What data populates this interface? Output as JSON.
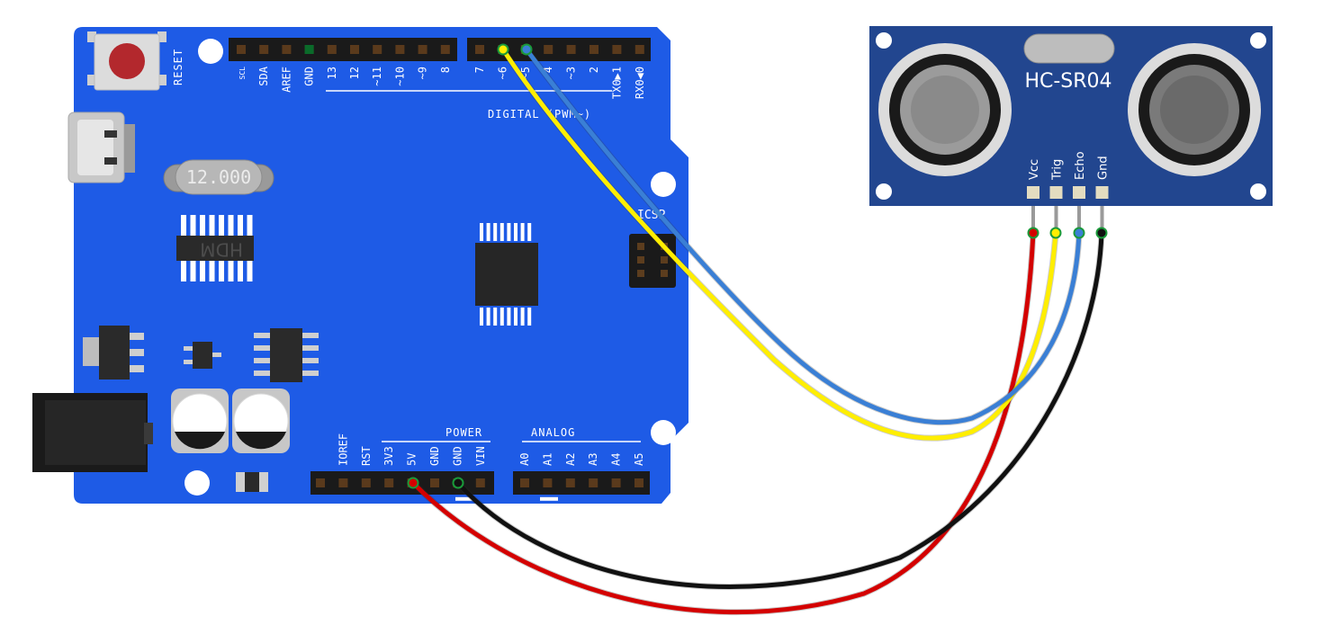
{
  "arduino": {
    "reset_label": "RESET",
    "crystal_label": "12.000",
    "chip_logo": "HDM",
    "icsp_label": "ICSP",
    "digital_label": "DIGITAL (PWM~)",
    "power_label": "POWER",
    "analog_label": "ANALOG",
    "digital_pins_a": [
      "SCL",
      "SDA",
      "AREF",
      "GND",
      "13",
      "12",
      "~11",
      "~10",
      "~9",
      "8"
    ],
    "digital_pins_b": [
      "7",
      "~6",
      "~5",
      "4",
      "~3",
      "2",
      "TX0▶1",
      "RX0◀0"
    ],
    "power_pins": [
      "IOREF",
      "RST",
      "3V3",
      "5V",
      "GND",
      "GND",
      "VIN"
    ],
    "analog_pins": [
      "A0",
      "A1",
      "A2",
      "A3",
      "A4",
      "A5"
    ]
  },
  "sensor": {
    "model": "HC-SR04",
    "pins": [
      "Vcc",
      "Trig",
      "Echo",
      "Gnd"
    ]
  },
  "wires": [
    {
      "name": "wire-5v-vcc",
      "from": "5V",
      "to": "Vcc",
      "color": "#d40000"
    },
    {
      "name": "wire-gnd-gnd",
      "from": "GND",
      "to": "Gnd",
      "color": "#111111"
    },
    {
      "name": "wire-d6-trig",
      "from": "~6",
      "to": "Trig",
      "color": "#ffee00"
    },
    {
      "name": "wire-d5-echo",
      "from": "~5",
      "to": "Echo",
      "color": "#3a7fd5"
    }
  ],
  "colors": {
    "board_blue": "#1e5be6",
    "sensor_blue": "#22468f",
    "header_black": "#1a1a1a"
  }
}
